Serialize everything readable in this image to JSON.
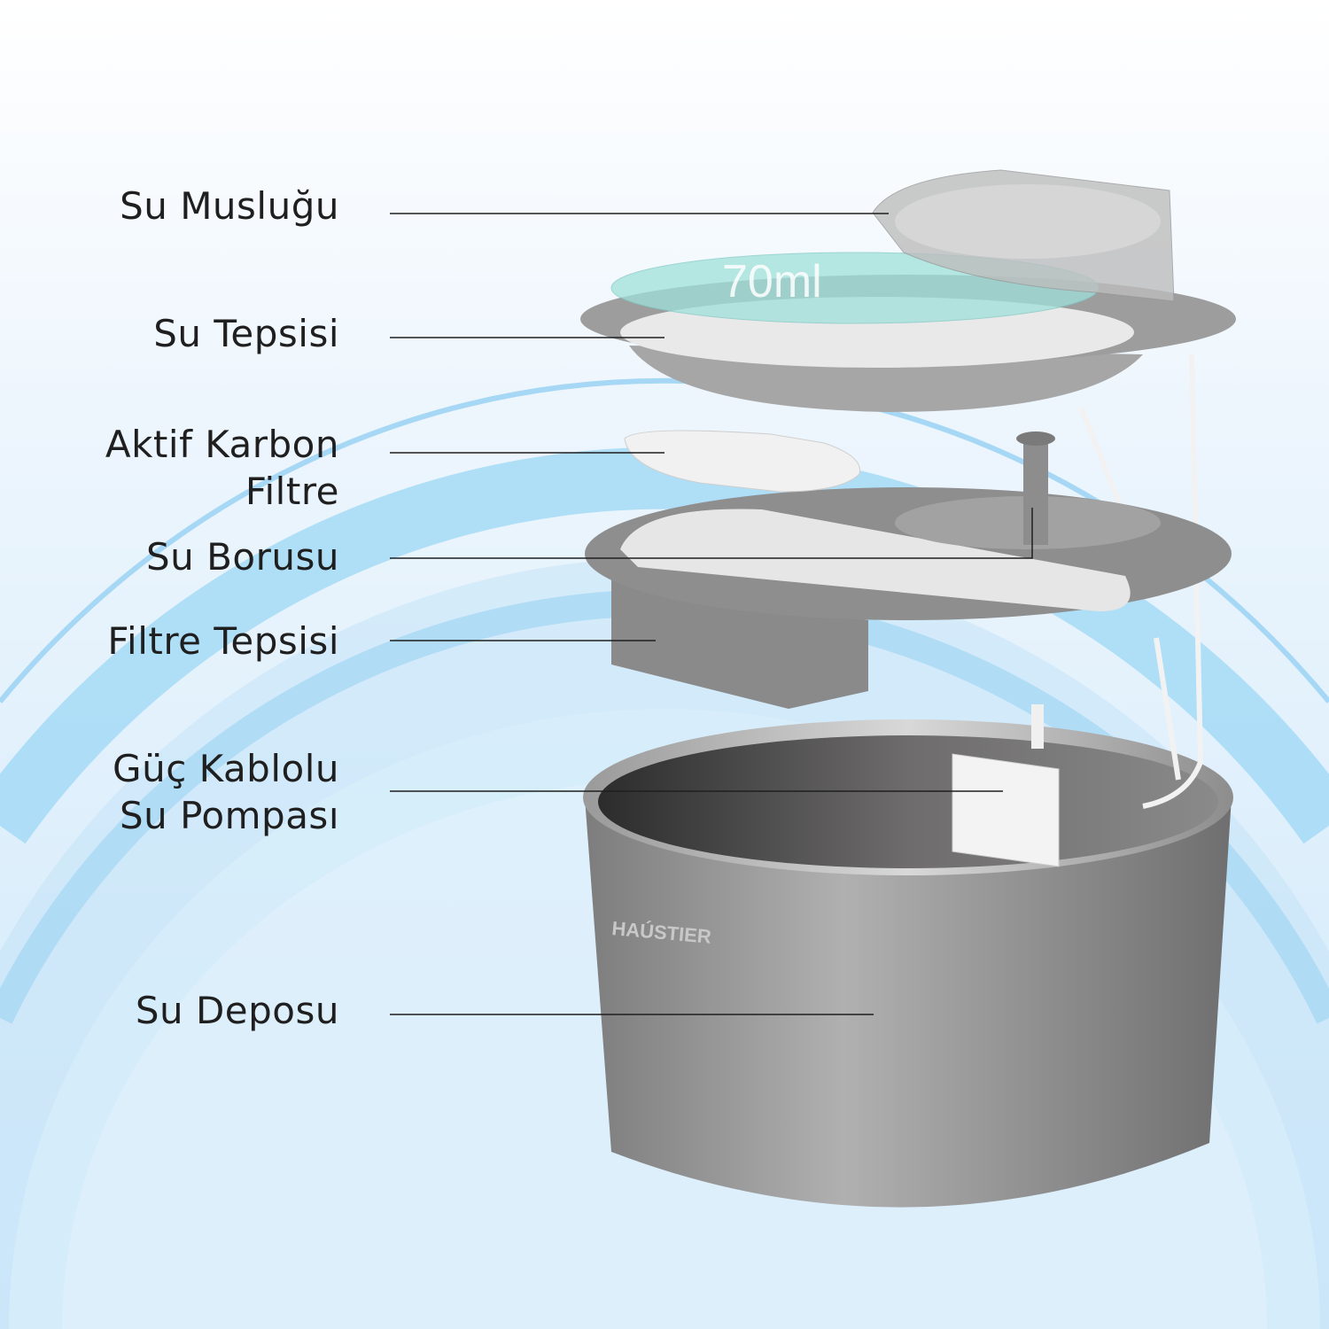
{
  "labels": {
    "spout": "Su Musluğu",
    "water_tray": "Su Tepsisi",
    "carbon_filter_line1": "Aktif Karbon",
    "carbon_filter_line2": "Filtre",
    "water_pipe": "Su Borusu",
    "filter_tray": "Filtre Tepsisi",
    "pump_line1": "Güç Kablolu",
    "pump_line2": "Su Pompası",
    "tank": "Su Deposu"
  },
  "product": {
    "brand": "HAÚSTIER",
    "capacity_mark": "70ml"
  },
  "colors": {
    "arc_blue": "#9fd3f3",
    "steel": "#8f8f90",
    "leader_line": "#1f1f1f"
  }
}
